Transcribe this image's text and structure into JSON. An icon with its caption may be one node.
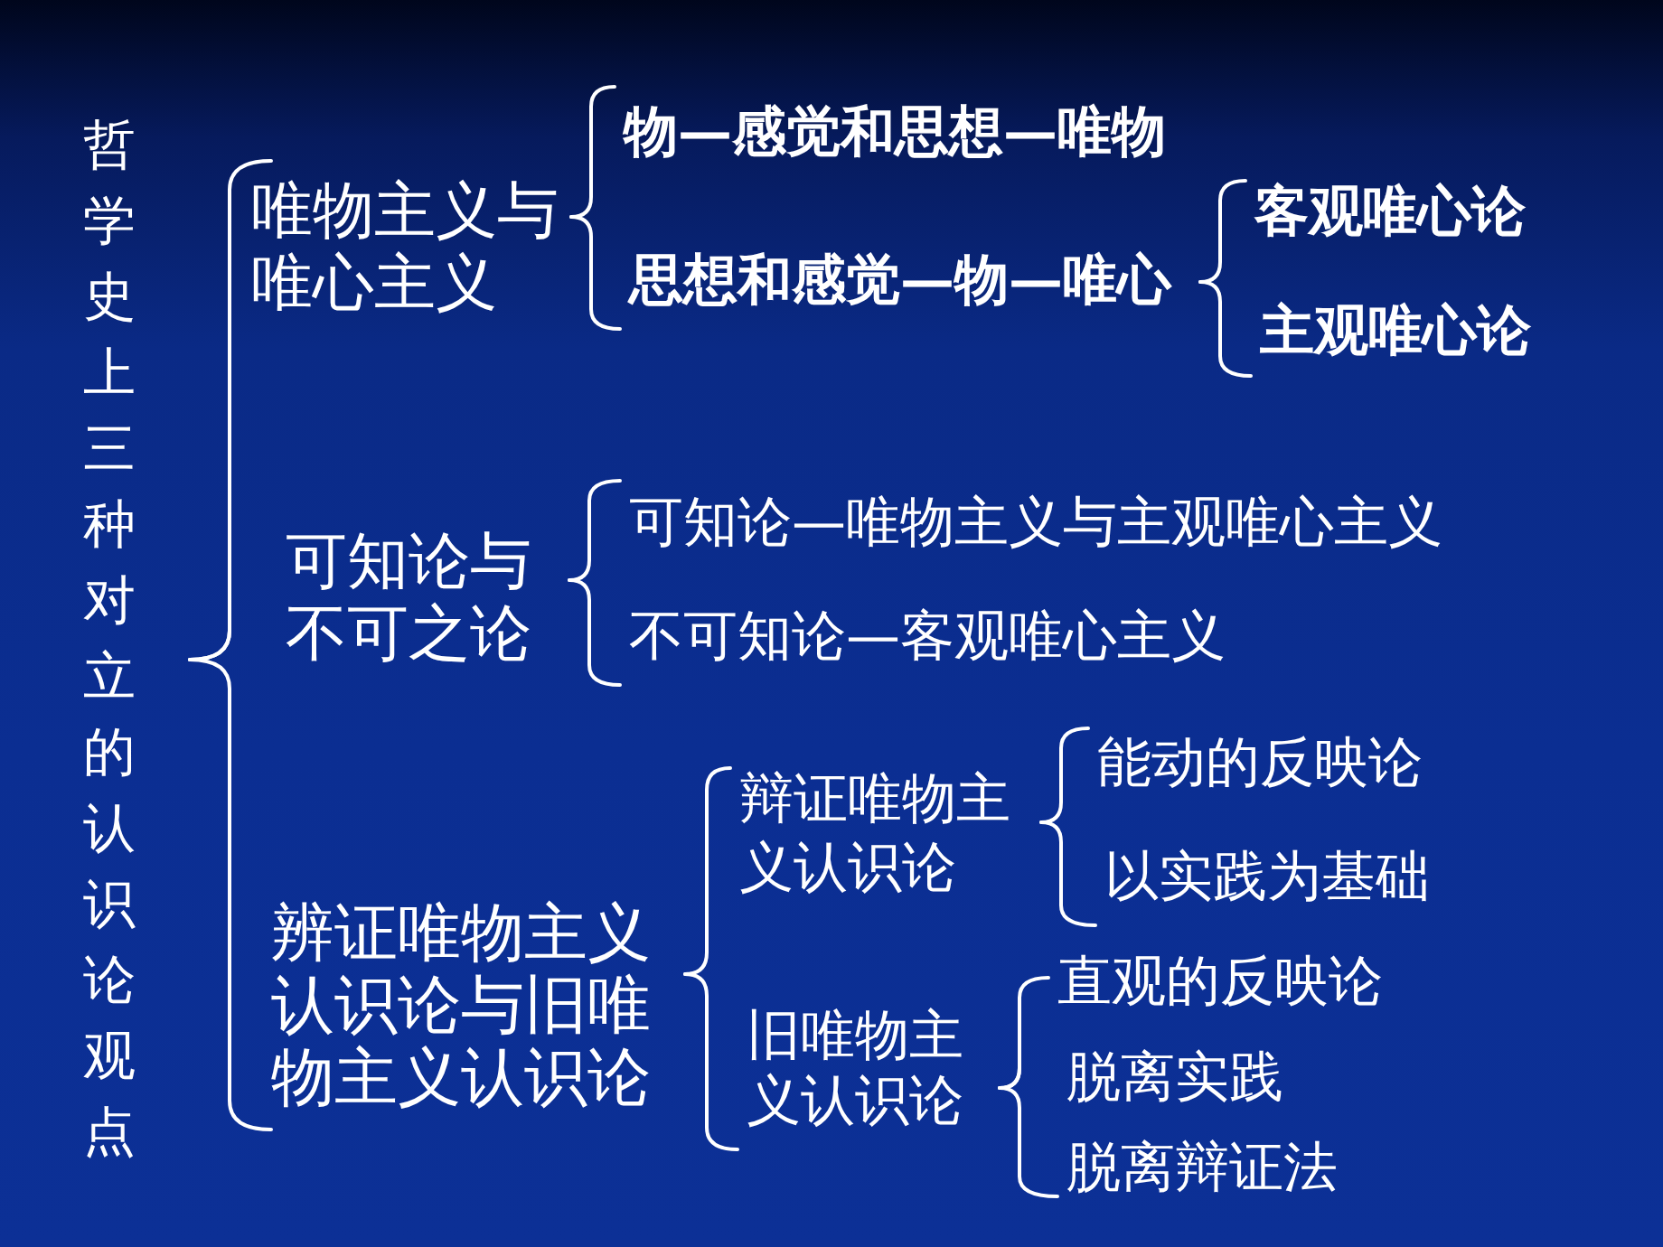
{
  "diagram": {
    "nodes": [
      {
        "text": [
          "哲学史上三种对立的认识论观点"
        ]
      },
      {
        "text": [
          "唯物主义与唯心主义"
        ]
      },
      {
        "text": [
          "物—感觉和思想—唯物"
        ]
      },
      {
        "text": [
          "思想和感觉—物—唯心"
        ]
      },
      {
        "text": [
          "客观唯心论"
        ]
      },
      {
        "text": [
          "主观唯心论"
        ]
      },
      {
        "text": [
          "可知论与不可之论"
        ]
      },
      {
        "text": [
          "可知论—唯物主义与主观唯心主义"
        ]
      },
      {
        "text": [
          "不可知论—客观唯心主义"
        ]
      },
      {
        "text": [
          "辨证唯物主义认识论与旧唯物主义认识论"
        ]
      },
      {
        "text": [
          "辩证唯物主义认识论"
        ]
      },
      {
        "text": [
          "能动的反映论"
        ]
      },
      {
        "text": [
          "以实践为基础"
        ]
      },
      {
        "text": [
          "旧唯物主义认识论"
        ]
      },
      {
        "text": [
          "直观的反映论"
        ]
      },
      {
        "text": [
          "脱离实践"
        ]
      },
      {
        "text": [
          "脱离辩证法"
        ]
      }
    ],
    "edges": [
      {
        "from": 0,
        "to": 1,
        "arrow": "none"
      },
      {
        "from": 0,
        "to": 6,
        "arrow": "none"
      },
      {
        "from": 0,
        "to": 9,
        "arrow": "none"
      },
      {
        "from": 1,
        "to": 2,
        "arrow": "none"
      },
      {
        "from": 1,
        "to": 3,
        "arrow": "none"
      },
      {
        "from": 3,
        "to": 4,
        "arrow": "none"
      },
      {
        "from": 3,
        "to": 5,
        "arrow": "none"
      },
      {
        "from": 6,
        "to": 7,
        "arrow": "none"
      },
      {
        "from": 6,
        "to": 8,
        "arrow": "none"
      },
      {
        "from": 9,
        "to": 10,
        "arrow": "none"
      },
      {
        "from": 9,
        "to": 13,
        "arrow": "none"
      },
      {
        "from": 10,
        "to": 11,
        "arrow": "none"
      },
      {
        "from": 10,
        "to": 12,
        "arrow": "none"
      },
      {
        "from": 13,
        "to": 14,
        "arrow": "none"
      },
      {
        "from": 13,
        "to": 15,
        "arrow": "none"
      },
      {
        "from": 13,
        "to": 16,
        "arrow": "none"
      }
    ]
  }
}
